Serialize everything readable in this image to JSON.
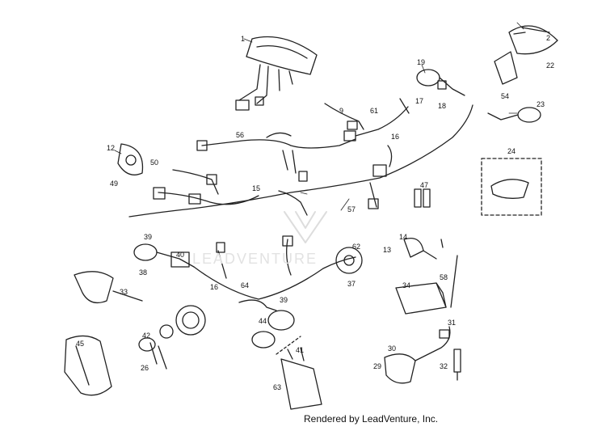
{
  "watermark": "LEADVENTURE",
  "credit": "Rendered by LeadVenture, Inc.",
  "callouts": [
    "1",
    "2",
    "9",
    "61",
    "56",
    "12",
    "50",
    "49",
    "15",
    "57",
    "47",
    "16",
    "19",
    "17",
    "18",
    "54",
    "23",
    "22",
    "24",
    "39",
    "40",
    "38",
    "33",
    "16",
    "64",
    "39",
    "44",
    "42",
    "26",
    "45",
    "62",
    "37",
    "14",
    "13",
    "58",
    "34",
    "31",
    "30",
    "29",
    "32",
    "41",
    "63"
  ]
}
